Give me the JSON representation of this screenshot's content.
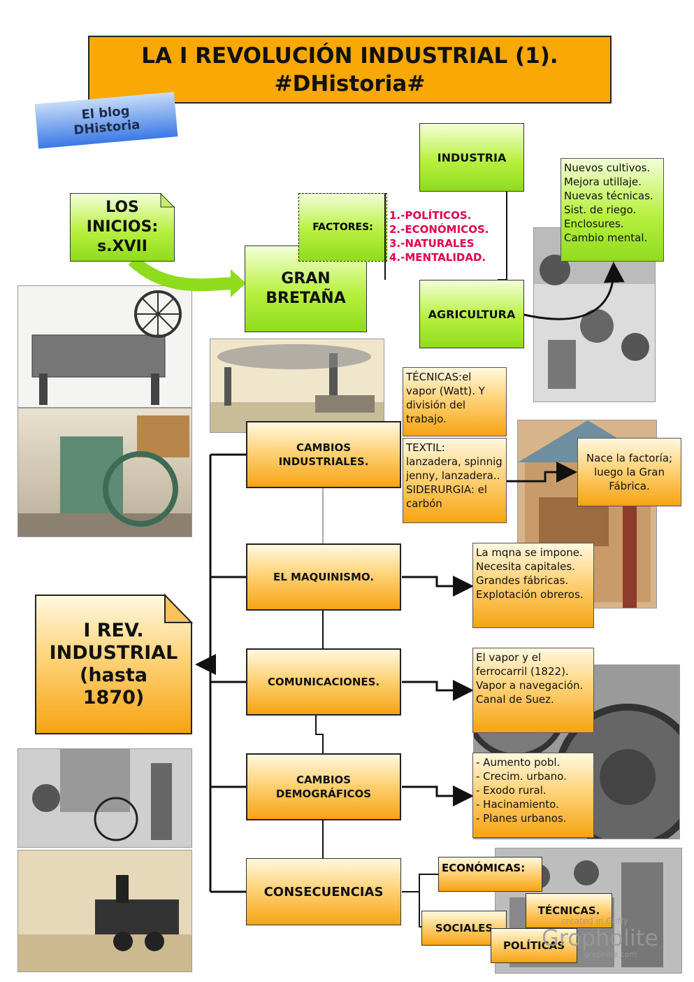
{
  "title": {
    "line1": "LA I REVOLUCIÓN INDUSTRIAL (1).",
    "line2": "#DHistoria#"
  },
  "blog_label": "El blog DHistoria",
  "inicios": "LOS INICIOS: s.XVII",
  "gran_bretana": "GRAN BRETAÑA",
  "factores": {
    "label": "FACTORES:",
    "items": [
      "1.-POLÍTICOS.",
      "2.-ECONÓMICOS.",
      "3.-NATURALES",
      "4.-MENTALIDAD."
    ]
  },
  "industria": "INDUSTRIA",
  "agricultura": "AGRICULTURA",
  "agricultura_note": "Nuevos cultivos.\nMejora utillaje.\nNuevas técnicas.\nSist. de riego.\nEnclosures.\nCambio mental.",
  "main": "I REV. INDUSTRIAL (hasta 1870)",
  "branches": {
    "cambios_industriales": "CAMBIOS INDUSTRIALES.",
    "maquinismo": "EL MAQUINISMO.",
    "comunicaciones": "COMUNICACIONES.",
    "demograficos": "CAMBIOS DEMOGRÁFICOS",
    "consecuencias": "CONSECUENCIAS"
  },
  "notes": {
    "tecnicas": "TÉCNICAS:el vapor (Watt). Y división del trabajo.",
    "textil": "TEXTIL: lanzadera, spinnig jenny, lanzadera.. SIDERURGIA: el carbón",
    "factoria": "Nace la factoría; luego la Gran Fábrica.",
    "maquinismo": "La mqna se impone.\nNecesita capitales.\nGrandes fábricas.\nExplotación obreros.",
    "comunicaciones": "El vapor y el ferrocarril (1822).\nVapor a navegación.\nCanal de Suez.",
    "demograficos": "- Aumento pobl.\n- Crecim. urbano.\n- Exodo rural.\n- Hacinamiento.\n- Planes urbanos."
  },
  "consecuencias": {
    "economicas": "ECONÓMICAS:",
    "sociales": "SOCIALES",
    "tecnicas": "TÉCNICAS.",
    "politicas": "POLÍTICAS"
  },
  "watermark": {
    "line1": "created in Gliffy",
    "logo": "Gropholite",
    "url": "graphlite.com"
  },
  "photos": {
    "spinning_jenny": "spinning-jenny-engraving",
    "steam_engine": "steam-engine-museum",
    "industrial_port": "industrial-port-engraving",
    "farming": "agriculture-engraving",
    "factory": "factory-cutaway-illustration",
    "gears": "giant-gears",
    "spinning_wheel": "spinning-wheel-scene",
    "locomotive": "steam-locomotive",
    "workers": "factory-workers"
  },
  "colors": {
    "orange": "#f6a412",
    "green": "#8fdc1e",
    "factor_red": "#e0004a",
    "blog_blue": "#2f6fe0"
  }
}
